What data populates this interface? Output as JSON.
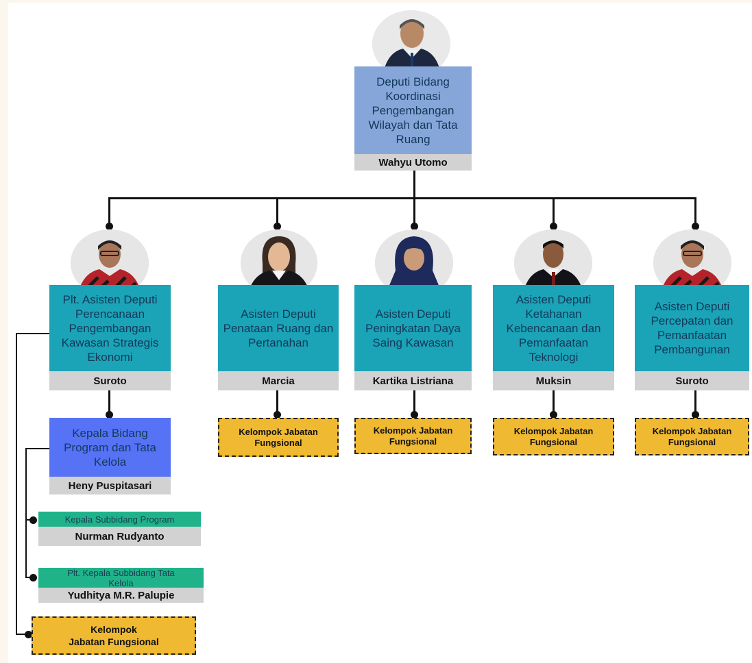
{
  "top": {
    "title": "Deputi Bidang Koordinasi Pengembangan Wilayah dan Tata Ruang",
    "name": "Wahyu Utomo"
  },
  "assistants": [
    {
      "title": "Plt. Asisten Deputi Perencanaan Pengembangan Kawasan Strategis Ekonomi",
      "name": "Suroto"
    },
    {
      "title": "Asisten Deputi Penataan Ruang dan Pertanahan",
      "name": "Marcia",
      "group": "Kelompok Jabatan Fungsional"
    },
    {
      "title": "Asisten Deputi Peningkatan Daya Saing Kawasan",
      "name": "Kartika Listriana",
      "group": "Kelompok Jabatan Fungsional"
    },
    {
      "title": "Asisten Deputi Ketahanan Kebencanaan dan Pemanfaatan Teknologi",
      "name": "Muksin",
      "group": "Kelompok Jabatan Fungsional"
    },
    {
      "title": "Asisten Deputi Percepatan dan Pemanfaatan Pembangunan",
      "name": "Suroto",
      "group": "Kelompok Jabatan Fungsional"
    }
  ],
  "bidang": {
    "title": "Kepala Bidang Program dan Tata Kelola",
    "name": "Heny Puspitasari"
  },
  "subbidang": [
    {
      "title": "Kepala Subbidang Program",
      "name": "Nurman Rudyanto"
    },
    {
      "title": "Plt. Kepala Subbidang Tata Kelola",
      "name": "Yudhitya M.R. Palupie"
    }
  ],
  "left_group": {
    "line1": "Kelompok",
    "line2": "Jabatan Fungsional"
  },
  "colors": {
    "teal": "#1ba3b7",
    "light_blue": "#86a6d9",
    "blue": "#5673f6",
    "green": "#20b38a",
    "name_gray": "#d2d2d2",
    "group_yellow": "#f0b932"
  }
}
